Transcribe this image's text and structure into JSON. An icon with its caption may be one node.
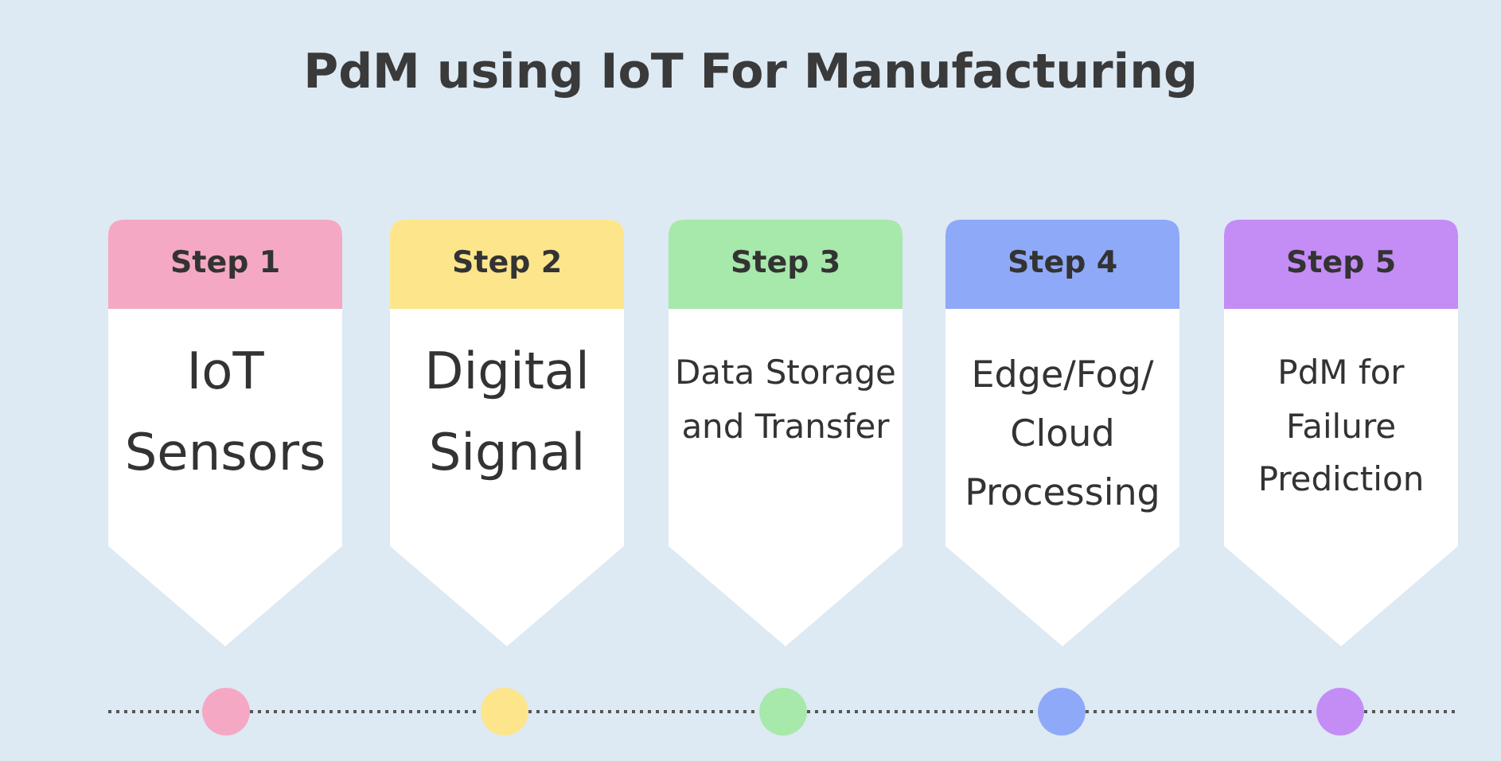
{
  "diagram": {
    "title": "PdM using IoT For Manufacturing",
    "nodes": [
      {
        "text": [
          "Step 1",
          "IoT Sensors"
        ]
      },
      {
        "text": [
          "Step 2",
          "Digital Signal"
        ]
      },
      {
        "text": [
          "Step 3",
          "Data Storage and Transfer"
        ]
      },
      {
        "text": [
          "Step 4",
          "Edge/Fog/ Cloud Processing"
        ]
      },
      {
        "text": [
          "Step 5",
          "PdM for Failure Prediction"
        ]
      },
      {
        "text": [],
        "shape": "circle"
      },
      {
        "text": [],
        "shape": "circle"
      },
      {
        "text": [],
        "shape": "circle"
      },
      {
        "text": [],
        "shape": "circle"
      },
      {
        "text": [],
        "shape": "circle"
      }
    ],
    "edges": [
      {
        "from": null,
        "to": 5,
        "arrow": "none",
        "style": "dashed"
      },
      {
        "from": 5,
        "to": 6,
        "arrow": "none",
        "style": "dashed"
      },
      {
        "from": 6,
        "to": 7,
        "arrow": "none",
        "style": "dashed"
      },
      {
        "from": 7,
        "to": 8,
        "arrow": "none",
        "style": "dashed"
      },
      {
        "from": 8,
        "to": 9,
        "arrow": "none",
        "style": "dashed"
      },
      {
        "from": 9,
        "to": null,
        "arrow": "none",
        "style": "dashed"
      }
    ]
  }
}
